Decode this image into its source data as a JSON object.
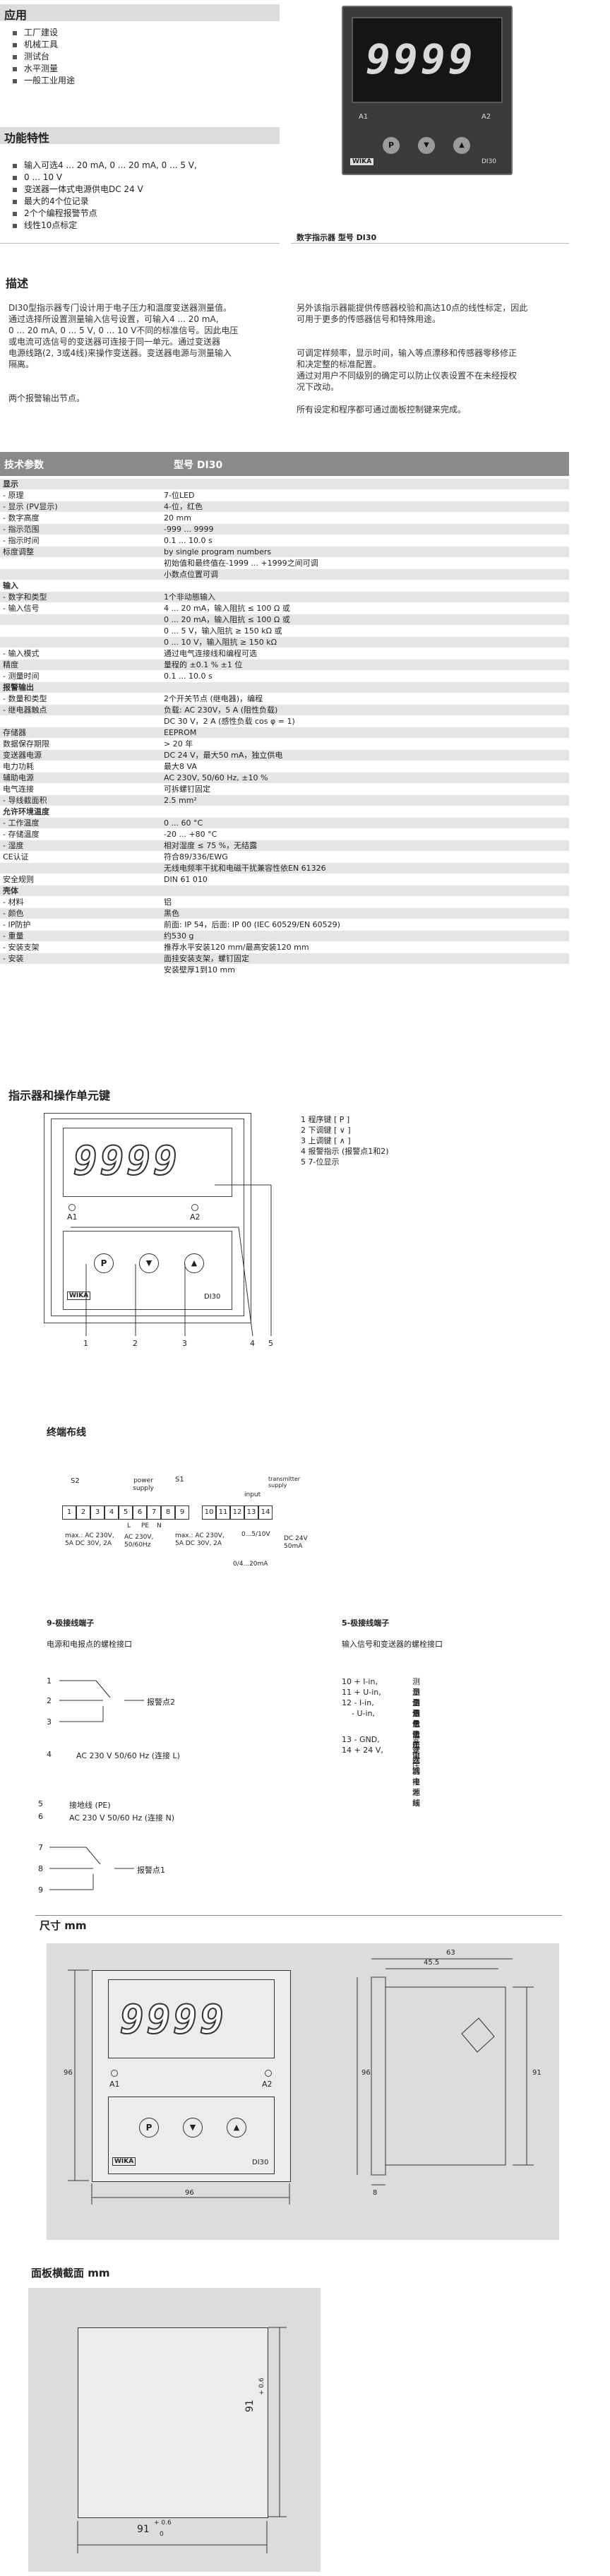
{
  "application": {
    "title": "应用",
    "items": [
      "工厂建设",
      "机械工具",
      "测试台",
      "水平测量",
      "一般工业用途"
    ]
  },
  "features": {
    "title": "功能特性",
    "items": [
      "输入可选4 ... 20 mA, 0 ... 20 mA, 0 ... 5 V,",
      "0 ... 10 V",
      "变送器一体式电源供电DC 24 V",
      "最大的4个位记录",
      "2个个编程报警节点",
      "线性10点标定"
    ]
  },
  "product_photo": {
    "display": "9999",
    "label_a1": "A1",
    "label_a2": "A2",
    "brand": "WIKA",
    "model": "DI30",
    "caption": "数字指示器  型号 DI30"
  },
  "description": {
    "title": "描述",
    "left": [
      "DI30型指示器专门设计用于电子压力和温度变送器测量值。",
      "通过选择所设置测量输入信号设置，可输入4 ... 20 mA,",
      "0 ... 20 mA, 0 ... 5 V, 0 ... 10 V不同的标准信号。因此电压",
      "或电流可选信号的变送器可连接于同一单元。通过变送器",
      "电源线路(2, 3或4线)来操作变送器。变送器电源与测量输入",
      "隔离。",
      "",
      "两个报警输出节点。"
    ],
    "right": [
      "另外该指示器能提供传感器校验和高达10点的线性标定，因此",
      "可用于更多的传感器信号和特殊用途。",
      "",
      "可调定样频率，显示时间，输入等点漂移和传感器零移修正",
      "和决定整的标准配置。",
      "通过对用户不同级别的确定可以防止仪表设置不在未经授权",
      "况下改动。",
      "",
      "所有设定和程序都可通过面板控制键来完成。"
    ]
  },
  "specs": {
    "header_left": "技术参数",
    "header_right": "型号 DI30",
    "rows": [
      [
        "显示",
        ""
      ],
      [
        "- 原理",
        "7-位LED"
      ],
      [
        "- 显示 (PV显示)",
        "4-位，红色"
      ],
      [
        "- 数字高度",
        "20 mm"
      ],
      [
        "- 指示范围",
        "-999 ... 9999"
      ],
      [
        "- 指示时间",
        "0.1 ... 10.0 s"
      ],
      [
        "标度调整",
        "by single program numbers"
      ],
      [
        "",
        "初始值和最终值在-1999 ... +1999之间可调"
      ],
      [
        "",
        "小数点位置可调"
      ],
      [
        "输入",
        ""
      ],
      [
        "- 数字和类型",
        "1个非动態输入"
      ],
      [
        "- 输入信号",
        "4 ... 20 mA，输入阻抗 ≤ 100 Ω 或"
      ],
      [
        "",
        "0 ... 20 mA，输入阻抗 ≤ 100 Ω 或"
      ],
      [
        "",
        "0 ... 5 V，输入阻抗 ≥ 150 kΩ 或"
      ],
      [
        "",
        "0 ... 10 V，输入阻抗 ≥ 150 kΩ"
      ],
      [
        "- 输入模式",
        "通过电气连接线和编程可选"
      ],
      [
        "精度",
        "量程的 ±0.1 % ±1 位"
      ],
      [
        "- 测量时间",
        "0.1 ... 10.0 s"
      ],
      [
        "报警输出",
        ""
      ],
      [
        "- 数量和类型",
        "2个开关节点 (继电器)，编程"
      ],
      [
        "- 继电器触点",
        "负载: AC 230V，5 A (阻性负载)"
      ],
      [
        "",
        "DC 30 V，2 A (感性负载 cos φ = 1)"
      ],
      [
        "存储器",
        "EEPROM"
      ],
      [
        "数据保存期限",
        "> 20 年"
      ],
      [
        "变送器电源",
        "DC 24 V，最大50 mA，独立供电"
      ],
      [
        "电力功耗",
        "最大8 VA"
      ],
      [
        "辅助电源",
        "AC 230V, 50/60 Hz, ±10 %"
      ],
      [
        "电气连接",
        "可拆螺钉固定"
      ],
      [
        "- 导线截面积",
        "2.5 mm²"
      ],
      [
        "允许环境温度",
        ""
      ],
      [
        "- 工作温度",
        "0 ... 60 °C"
      ],
      [
        "- 存储温度",
        "-20 ... +80 °C"
      ],
      [
        "- 湿度",
        "相对湿度 ≤ 75 %，无结露"
      ],
      [
        "CE认证",
        "符合89/336/EWG"
      ],
      [
        "",
        "无线电频率干扰和电磁干扰兼容性依EN 61326"
      ],
      [
        "安全规则",
        "DIN 61 010"
      ],
      [
        "壳体",
        ""
      ],
      [
        "- 材料",
        "铝"
      ],
      [
        "- 颜色",
        "黑色"
      ],
      [
        "- IP防护",
        "前面: IP 54，后面: IP 00 (IEC 60529/EN 60529)"
      ],
      [
        "- 重量",
        "约530 g"
      ],
      [
        "- 安装支架",
        "推荐水平安装120 mm/最高安装120 mm"
      ],
      [
        "- 安装",
        "面挂安装支架，螺钉固定"
      ],
      [
        "",
        "安装壁厚1到10 mm"
      ]
    ]
  },
  "controls": {
    "title": "指示器和操作单元键",
    "display": "9999",
    "label_a1": "A1",
    "label_a2": "A2",
    "brand": "WIKA",
    "model": "DI30",
    "btn_p": "P",
    "callout_numbers": [
      "1",
      "2",
      "3",
      "4",
      "5"
    ],
    "legend": [
      "1  程序键 [ P ]",
      "2  下调键 [ ∨ ]",
      "3  上调键 [ ∧ ]",
      "4  报警指示 (报警点1和2)",
      "5  7-位显示"
    ]
  },
  "wiring": {
    "title": "终端布线",
    "terminals": [
      "1",
      "2",
      "3",
      "4",
      "5",
      "6",
      "7",
      "8",
      "9",
      "10",
      "11",
      "12",
      "13",
      "14"
    ],
    "labels": {
      "s2": "S2",
      "s1": "S1",
      "power_supply": "power supply",
      "input": "input",
      "transmitter_supply": "transmitter supply",
      "l": "L",
      "pe": "PE",
      "n": "N",
      "max_left": "max.: AC 230V, 5A DC 30V, 2A",
      "supply_rating": "AC 230V, 50/60Hz",
      "max_right": "max.: AC 230V, 5A DC 30V, 2A",
      "input_range": "0/4...20mA",
      "input_range_v": "0...5/10V",
      "tx_rating": "DC 24V 50mA"
    },
    "block9_title": "9-极接线端子",
    "block9_sub": "电源和电报点的螺栓接口",
    "block9_items": [
      [
        "1",
        ""
      ],
      [
        "2",
        "报警点2"
      ],
      [
        "3",
        ""
      ],
      [
        "4",
        "AC 230 V 50/60 Hz (连接 L)"
      ],
      [
        "5",
        "接地线 (PE)"
      ],
      [
        "6",
        "AC 230 V 50/60 Hz (连接 N)"
      ],
      [
        "7",
        ""
      ],
      [
        "8",
        "报警点1"
      ],
      [
        "9",
        ""
      ]
    ],
    "block5_title": "5-极接线端子",
    "block5_sub": "输入信号和变送器的螺栓接口",
    "block5_items": [
      [
        "10 + I-in,",
        "测量信号电流"
      ],
      [
        "11 + U-in,",
        "测量信号电压"
      ],
      [
        "12 - I-in,",
        "测量信号电流"
      ],
      [
        "    - U-in,",
        "测量信号电压"
      ],
      [
        "13 - GND,",
        "变送器端接地线"
      ],
      [
        "14 + 24 V,",
        "变送器电源端"
      ]
    ]
  },
  "dimensions": {
    "title": "尺寸  mm",
    "display": "9999",
    "label_a1": "A1",
    "label_a2": "A2",
    "brand": "WIKA",
    "model": "DI30",
    "btn_p": "P",
    "width_front": "96",
    "height_front": "96",
    "depth_total": "63",
    "depth_body": "45.5",
    "side_h": "91",
    "front_thk": "8"
  },
  "cutout": {
    "title": "面板横截面  mm",
    "w_value": "91",
    "tol_plus": "+ 0.6",
    "tol_zero": "0",
    "h_value": "91",
    "h_tol": "+ 0.6"
  }
}
